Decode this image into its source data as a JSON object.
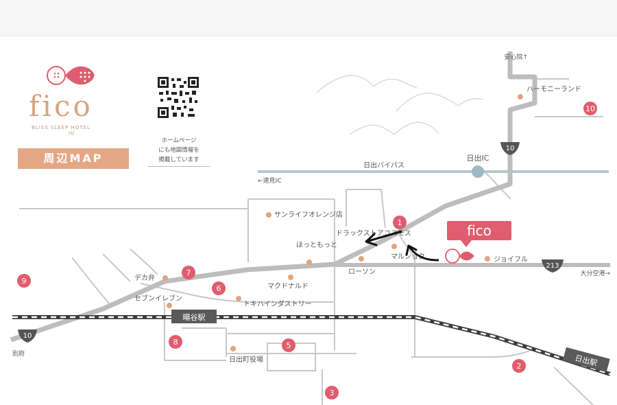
{
  "brand": {
    "logo_text": "fico",
    "subtitle": "BLISS SLEEP HOTEL",
    "subtitle2": "HIJI"
  },
  "map_title": "周辺MAP",
  "qr_caption": [
    "ホームページ",
    "にも地図情報を",
    "掲載しています"
  ],
  "highways": {
    "bypass": "日出バイパス",
    "ic": "日出IC",
    "to_hayami": "←速見IC",
    "to_airport": "大分空港→",
    "to_anshinin": "安心院↑",
    "to_beppu": "別府",
    "route_10": "10",
    "route_213": "213"
  },
  "stations": {
    "akaya": "暘谷駅",
    "hiji": "日出駅"
  },
  "hotel_label": "fico",
  "places": {
    "harmony": "ハーモニーランド",
    "sunlife": "サンライフオレンジ店",
    "drugstore": "ドラックストアコスモス",
    "hottomotto": "ほっともっと",
    "marushoku": "マルショク",
    "joyfull": "ジョイフル",
    "lawson": "ローソン",
    "mcdonalds": "マクドナルド",
    "tokihai": "トキハインダストリー",
    "dekaben": "デカ弁",
    "seven": "セブンイレブン",
    "townhall": "日出町役場"
  },
  "markers": [
    "1",
    "2",
    "3",
    "5",
    "6",
    "7",
    "8",
    "9",
    "10"
  ]
}
